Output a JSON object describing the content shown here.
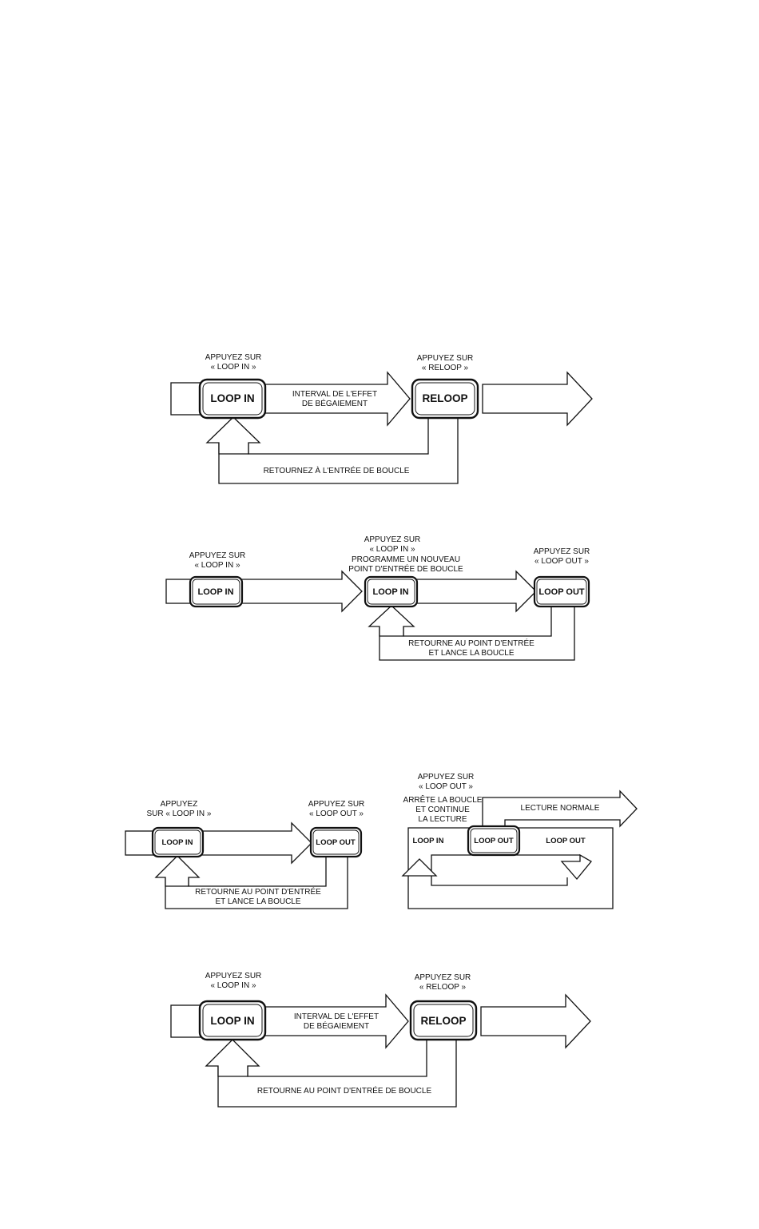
{
  "diagram1": {
    "press_loop_in": [
      "APPUYEZ SUR",
      "« LOOP IN »"
    ],
    "press_reloop": [
      "APPUYEZ SUR",
      "« RELOOP »"
    ],
    "loop_in_button": "LOOP IN",
    "reloop_button": "RELOOP",
    "interval": [
      "INTERVAL DE L'EFFET",
      "DE BÉGAIEMENT"
    ],
    "return": "RETOURNEZ À L'ENTRÉE DE BOUCLE"
  },
  "diagram2": {
    "press_loop_in": [
      "APPUYEZ SUR",
      "« LOOP IN »"
    ],
    "press_loop_in_new": [
      "APPUYEZ SUR",
      "« LOOP IN »",
      "PROGRAMME UN NOUVEAU",
      "POINT D'ENTRÉE DE BOUCLE"
    ],
    "press_loop_out": [
      "APPUYEZ SUR",
      "« LOOP OUT »"
    ],
    "loop_in_button": "LOOP IN",
    "loop_out_button": "LOOP OUT",
    "return": [
      "RETOURNE AU POINT D'ENTRÉE",
      "ET LANCE LA BOUCLE"
    ]
  },
  "diagram3a": {
    "press_loop_in": [
      "APPUYEZ",
      "SUR « LOOP IN »"
    ],
    "press_loop_out": [
      "APPUYEZ SUR",
      "« LOOP OUT »"
    ],
    "loop_in_button": "LOOP IN",
    "loop_out_button": "LOOP OUT",
    "return": [
      "RETOURNE AU POINT D'ENTRÉE",
      "ET LANCE LA BOUCLE"
    ]
  },
  "diagram3b": {
    "press_loop_out": [
      "APPUYEZ SUR",
      "« LOOP OUT »"
    ],
    "stop": [
      "ARRÊTE LA BOUCLE",
      "ET CONTINUE",
      "LA LECTURE"
    ],
    "normal": "LECTURE NORMALE",
    "loop_in_label": "LOOP IN",
    "loop_out_button": "LOOP OUT",
    "loop_out_label": "LOOP OUT"
  },
  "diagram4": {
    "press_loop_in": [
      "APPUYEZ SUR",
      "« LOOP IN »"
    ],
    "press_reloop": [
      "APPUYEZ SUR",
      "« RELOOP »"
    ],
    "loop_in_button": "LOOP IN",
    "reloop_button": "RELOOP",
    "interval": [
      "INTERVAL DE L'EFFET",
      "DE BÉGAIEMENT"
    ],
    "return": "RETOURNE AU POINT D'ENTRÉE DE BOUCLE"
  }
}
